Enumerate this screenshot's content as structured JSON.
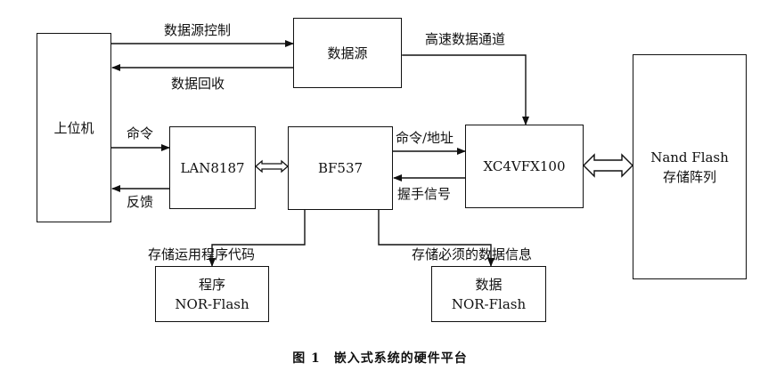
{
  "blocks": {
    "host": "上位机",
    "data_source": "数据源",
    "lan": "LAN8187",
    "dsp": "BF537",
    "fpga": "XC4VFX100",
    "nand_line1": "Nand Flash",
    "nand_line2": "存储阵列",
    "prog_line1": "程序",
    "prog_line2": "NOR-Flash",
    "data_line1": "数据",
    "data_line2": "NOR-Flash"
  },
  "labels": {
    "source_control": "数据源控制",
    "data_recovery": "数据回收",
    "high_speed_channel": "高速数据通道",
    "command": "命令",
    "feedback": "反馈",
    "command_address": "命令/地址",
    "handshake": "握手信号",
    "store_program_code": "存储运用程序代码",
    "store_required_data": "存储必须的数据信息"
  },
  "caption": "图 1　嵌入式系统的硬件平台"
}
